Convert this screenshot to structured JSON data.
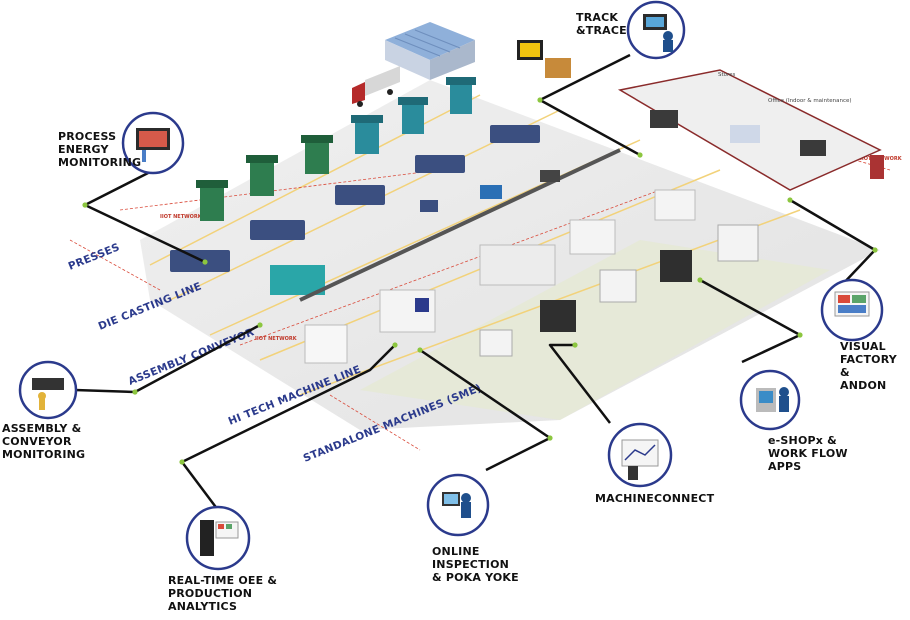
{
  "callouts": {
    "track": "TRACK\n&TRACE",
    "process": "PROCESS\nENERGY\nMONITORING",
    "visual": "VISUAL\nFACTORY &\nANDON",
    "eshop": "e-SHOPx &\nWORK FLOW\nAPPS",
    "machineconnect": "MACHINECONNECT",
    "online": "ONLINE\nINSPECTION\n& POKA YOKE",
    "oee": "REAL-TIME OEE &\nPRODUCTION\nANALYTICS",
    "assembly": "ASSEMBLY &\nCONVEYOR\nMONITORING"
  },
  "zones": {
    "presses": "PRESSES",
    "die_casting": "DIE CASTING LINE",
    "assembly_conveyor": "ASSEMBLY CONVEYOR",
    "hi_tech": "HI TECH MACHINE LINE",
    "standalone": "STANDALONE MACHINES (SME)"
  },
  "network_labels": {
    "net1": "IIOT NETWORK",
    "net2": "IIOT NETWORK",
    "net3": "IIOT NETWORK"
  },
  "area_labels": {
    "stores": "Stores",
    "office": "Office (Indoor & maintenance)"
  },
  "colors": {
    "accent": "#2b3a8c",
    "wire": "#111111",
    "dot": "#8cc63f",
    "press_green": "#2e7d4f",
    "press_teal": "#2a8c9c",
    "floor": "#e9e9e9",
    "warehouse": "#7f9fc9"
  }
}
